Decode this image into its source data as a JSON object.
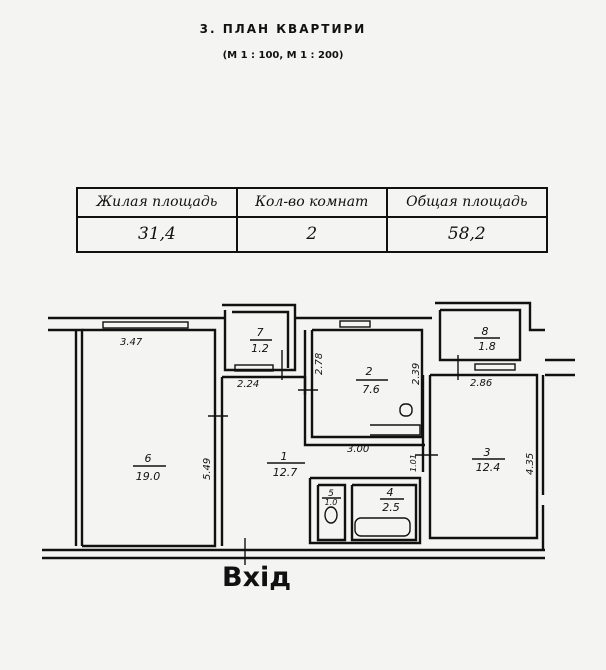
{
  "header": {
    "title": "3. ПЛАН КВАРТИРИ",
    "scale": "(М 1 : 100, М 1 : 200)"
  },
  "summary": {
    "headers": [
      "Жилая площадь",
      "Кол-во комнат",
      "Общая площадь"
    ],
    "values": [
      "31,4",
      "2",
      "58,2"
    ]
  },
  "rooms": [
    {
      "number": "1",
      "area": "12.7"
    },
    {
      "number": "2",
      "area": "7.6"
    },
    {
      "number": "3",
      "area": "12.4"
    },
    {
      "number": "4",
      "area": "2.5"
    },
    {
      "number": "5",
      "area": "1.0"
    },
    {
      "number": "6",
      "area": "19.0"
    },
    {
      "number": "7",
      "area": "1.2"
    },
    {
      "number": "8",
      "area": "1.8"
    }
  ],
  "dimensions": {
    "room6_width": "3.47",
    "room6_length": "5.49",
    "room1_width": "2.24",
    "room2_side": "2.78",
    "room2_length": "2.39",
    "corridor": "3.00",
    "door": "1.01",
    "room3_width": "2.86",
    "room3_length": "4.35"
  },
  "entry_label": "Вхід"
}
